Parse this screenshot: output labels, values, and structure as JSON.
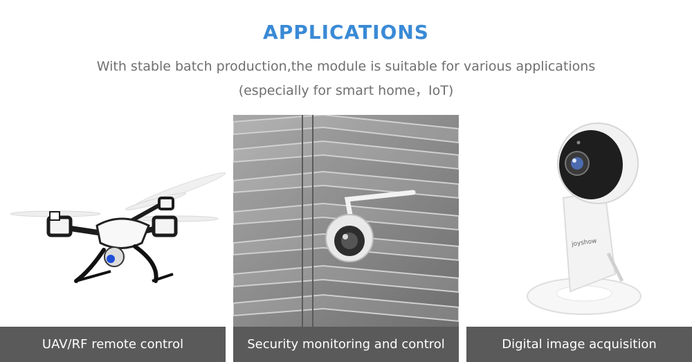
{
  "header": {
    "title": "APPLICATIONS",
    "subtitle_line1": "With stable batch production,the module is suitable for various applications",
    "subtitle_line2": "(especially for smart home，IoT)"
  },
  "applications": [
    {
      "caption": "UAV/RF remote control",
      "image_icon": "drone-icon"
    },
    {
      "caption": "Security monitoring and control",
      "image_icon": "security-camera-icon"
    },
    {
      "caption": "Digital image acquisition",
      "image_icon": "home-camera-icon"
    }
  ],
  "product_label": "joyshow",
  "colors": {
    "title": "#3a8ad6",
    "subtitle": "#6f6f6f",
    "caption_bg": "#5a5a5a",
    "caption_text": "#ffffff"
  }
}
